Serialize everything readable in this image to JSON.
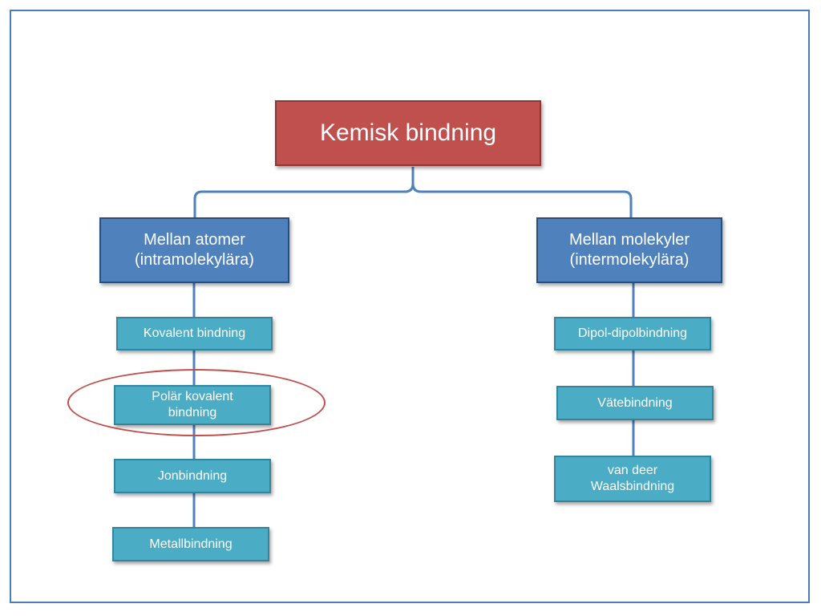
{
  "diagram": {
    "root": {
      "label": "Kemisk bindning"
    },
    "categories": [
      {
        "label": "Mellan atomer (intramolekylära)",
        "line1": "Mellan atomer",
        "line2": "(intramolekylära)",
        "items": [
          "Kovalent bindning",
          "Polär kovalent bindning",
          "Jonbindning",
          "Metallbindning"
        ]
      },
      {
        "label": "Mellan molekyler (intermolekylära)",
        "line1": "Mellan molekyler",
        "line2": "(intermolekylära)",
        "items": [
          "Dipol-dipolbindning",
          "Vätebindning",
          "van deer Waalsbindning"
        ]
      }
    ],
    "highlighted_item": "Polär kovalent bindning"
  },
  "colors": {
    "root": "#c0504d",
    "category": "#4f81bd",
    "item": "#4bacc6",
    "connector": "#4f81bd",
    "highlight": "#c0504d",
    "frame": "#4a7ebb"
  }
}
